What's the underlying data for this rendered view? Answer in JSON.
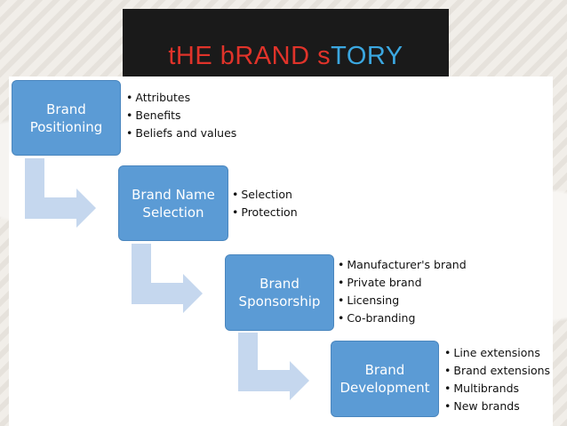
{
  "title": {
    "parts": [
      {
        "text": "tHE bRAND s",
        "color": "#e0332a"
      },
      {
        "text": "TORY",
        "color": "#3ba7e0"
      }
    ]
  },
  "colors": {
    "box_fill": "#5b9bd5",
    "arrow_fill": "#c5d7ee"
  },
  "steps": [
    {
      "label_lines": [
        "Brand",
        "Positioning"
      ],
      "bullets": [
        "Attributes",
        "Benefits",
        "Beliefs and values"
      ]
    },
    {
      "label_lines": [
        "Brand Name",
        "Selection"
      ],
      "bullets": [
        "Selection",
        "Protection"
      ]
    },
    {
      "label_lines": [
        "Brand",
        "Sponsorship"
      ],
      "bullets": [
        "Manufacturer's brand",
        "Private brand",
        "Licensing",
        "Co-branding"
      ]
    },
    {
      "label_lines": [
        "Brand",
        "Development"
      ],
      "bullets": [
        "Line extensions",
        "Brand extensions",
        "Multibrands",
        "New brands"
      ]
    }
  ]
}
